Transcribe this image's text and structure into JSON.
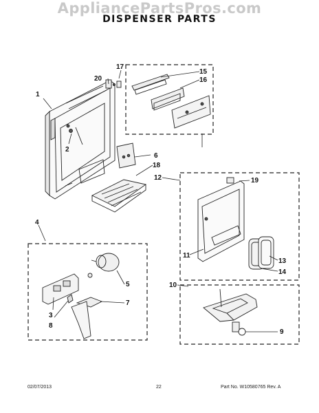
{
  "header": {
    "watermark": "AppliancePartsPros.com",
    "title": "DISPENSER PARTS"
  },
  "callouts": {
    "c1": "1",
    "c2": "2",
    "c3": "3",
    "c4": "4",
    "c5": "5",
    "c6": "6",
    "c7": "7",
    "c8": "8",
    "c9": "9",
    "c10": "10",
    "c11": "11",
    "c12": "12",
    "c13": "13",
    "c14": "14",
    "c15": "15",
    "c16": "16",
    "c17": "17",
    "c18": "18",
    "c19": "19",
    "c20": "20"
  },
  "footer": {
    "date": "02/07/2013",
    "page": "22",
    "part_no": "Part No. W10580765  Rev. A"
  }
}
